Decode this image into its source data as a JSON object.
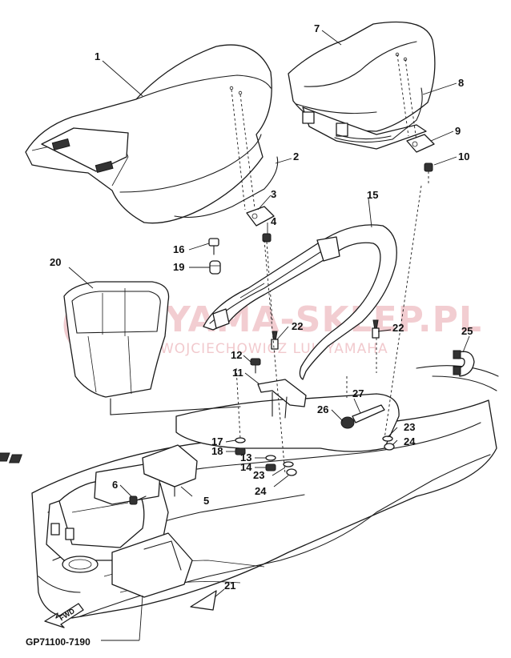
{
  "diagram": {
    "drawing_code": "GP71100-7190",
    "fwd_label": "FWD",
    "watermark": {
      "line1": "YAMA-SKLEP.PL",
      "line2": "WOJCIECHOWICZ LUK YAMAHA"
    },
    "callouts": [
      {
        "id": "c1",
        "label": "1"
      },
      {
        "id": "c2",
        "label": "2"
      },
      {
        "id": "c3",
        "label": "3"
      },
      {
        "id": "c4",
        "label": "4"
      },
      {
        "id": "c5",
        "label": "5"
      },
      {
        "id": "c6",
        "label": "6"
      },
      {
        "id": "c7",
        "label": "7"
      },
      {
        "id": "c8",
        "label": "8"
      },
      {
        "id": "c9",
        "label": "9"
      },
      {
        "id": "c10",
        "label": "10"
      },
      {
        "id": "c11",
        "label": "11"
      },
      {
        "id": "c12",
        "label": "12"
      },
      {
        "id": "c13",
        "label": "13"
      },
      {
        "id": "c14",
        "label": "14"
      },
      {
        "id": "c15",
        "label": "15"
      },
      {
        "id": "c16",
        "label": "16"
      },
      {
        "id": "c17",
        "label": "17"
      },
      {
        "id": "c18",
        "label": "18"
      },
      {
        "id": "c19",
        "label": "19"
      },
      {
        "id": "c20",
        "label": "20"
      },
      {
        "id": "c21",
        "label": "21"
      },
      {
        "id": "c22a",
        "label": "22"
      },
      {
        "id": "c22b",
        "label": "22"
      },
      {
        "id": "c23a",
        "label": "23"
      },
      {
        "id": "c23b",
        "label": "23"
      },
      {
        "id": "c24a",
        "label": "24"
      },
      {
        "id": "c24b",
        "label": "24"
      },
      {
        "id": "c25",
        "label": "25"
      },
      {
        "id": "c26",
        "label": "26"
      },
      {
        "id": "c27",
        "label": "27"
      }
    ]
  }
}
